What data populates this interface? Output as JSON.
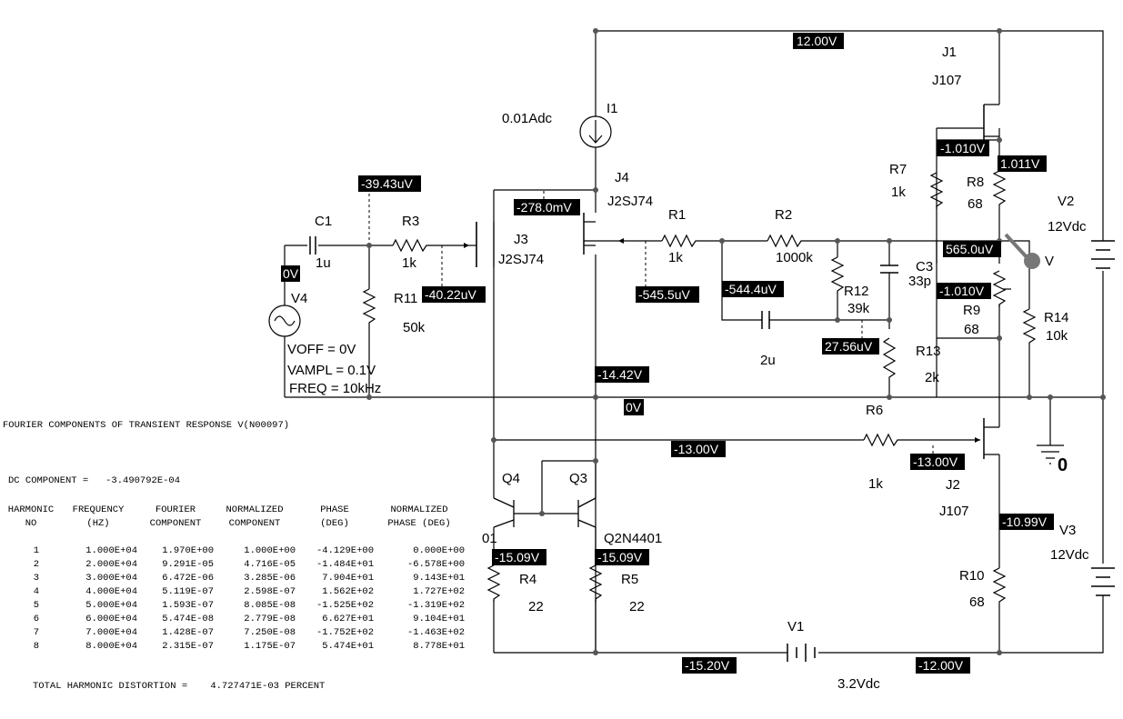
{
  "labels": {
    "i1_value": "0.01Adc",
    "i1": "I1",
    "j1": "J1",
    "j1_model": "J107",
    "j2": "J2",
    "j2_model": "J107",
    "j3": "J3",
    "j3_model": "J2SJ74",
    "j4": "J4",
    "j4_model": "J2SJ74",
    "c1": "C1",
    "c1_value": "1u",
    "r3": "R3",
    "r3_value": "1k",
    "r11": "R11",
    "r11_value": "50k",
    "v4": "V4",
    "voff": "VOFF = 0V",
    "vampl": "VAMPL = 0.1V",
    "freq": "FREQ = 10kHz",
    "r1": "R1",
    "r1_value": "1k",
    "r2": "R2",
    "r2_value": "1000k",
    "r12": "R12",
    "r12_value": "39k",
    "c3": "C3",
    "c3_value": "33p",
    "cap_value": "2u",
    "r13": "R13",
    "r13_value": "2k",
    "r7": "R7",
    "r7_value": "1k",
    "r8": "R8",
    "r8_value": "68",
    "r9": "R9",
    "r9_value": "68",
    "r14": "R14",
    "r14_value": "10k",
    "v2": "V2",
    "v2_value": "12Vdc",
    "v3": "V3",
    "v3_value": "12Vdc",
    "r6": "R6",
    "r6_value": "1k",
    "ground": "0",
    "q4": "Q4",
    "q3": "Q3",
    "q3_model": "Q2N4401",
    "q4_model_partial": "01",
    "r4": "R4",
    "r4_value": "22",
    "r5": "R5",
    "r5_value": "22",
    "r10": "R10",
    "r10_value": "68",
    "v1": "V1",
    "v1_value": "3.2Vdc",
    "probe": "V"
  },
  "voltage_tags": {
    "top_rail": "12.00V",
    "n_j1_src": "-1.010V",
    "n_r8": "1.011V",
    "n_c1_r3": "-39.43uV",
    "n_j4_gate": "-278.0mV",
    "n_v4": "0V",
    "n_r11": "-40.22uV",
    "n_j4_out": "-545.5uV",
    "n_r2": "-544.4uV",
    "n_out": "565.0uV",
    "n_r9": "-1.010V",
    "n_r13": "27.56uV",
    "n_neg": "-14.42V",
    "n_gnd": "0V",
    "n_m13_left": "-13.00V",
    "n_m13_right": "-13.00V",
    "n_r4": "-15.09V",
    "n_r5": "-15.09V",
    "n_v3": "-10.99V",
    "n_bottom_left": "-15.20V",
    "n_bottom_right": "-12.00V"
  },
  "fourier": {
    "title": "FOURIER COMPONENTS OF TRANSIENT RESPONSE V(N00097)",
    "dc": "DC COMPONENT =   -3.490792E-04",
    "headers_row1": [
      "HARMONIC",
      "FREQUENCY",
      "FOURIER",
      "NORMALIZED",
      "PHASE",
      "NORMALIZED"
    ],
    "headers_row2": [
      "NO",
      "(HZ)",
      "COMPONENT",
      "COMPONENT",
      "(DEG)",
      "PHASE (DEG)"
    ],
    "rows": [
      [
        "1",
        "1.000E+04",
        "1.970E+00",
        "1.000E+00",
        "-4.129E+00",
        "0.000E+00"
      ],
      [
        "2",
        "2.000E+04",
        "9.291E-05",
        "4.716E-05",
        "-1.484E+01",
        "-6.578E+00"
      ],
      [
        "3",
        "3.000E+04",
        "6.472E-06",
        "3.285E-06",
        "7.904E+01",
        "9.143E+01"
      ],
      [
        "4",
        "4.000E+04",
        "5.119E-07",
        "2.598E-07",
        "1.562E+02",
        "1.727E+02"
      ],
      [
        "5",
        "5.000E+04",
        "1.593E-07",
        "8.085E-08",
        "-1.525E+02",
        "-1.319E+02"
      ],
      [
        "6",
        "6.000E+04",
        "5.474E-08",
        "2.779E-08",
        "6.627E+01",
        "9.104E+01"
      ],
      [
        "7",
        "7.000E+04",
        "1.428E-07",
        "7.250E-08",
        "-1.752E+02",
        "-1.463E+02"
      ],
      [
        "8",
        "8.000E+04",
        "2.315E-07",
        "1.175E-07",
        "5.474E+01",
        "8.778E+01"
      ]
    ],
    "thd": "TOTAL HARMONIC DISTORTION =    4.727471E-03 PERCENT"
  }
}
